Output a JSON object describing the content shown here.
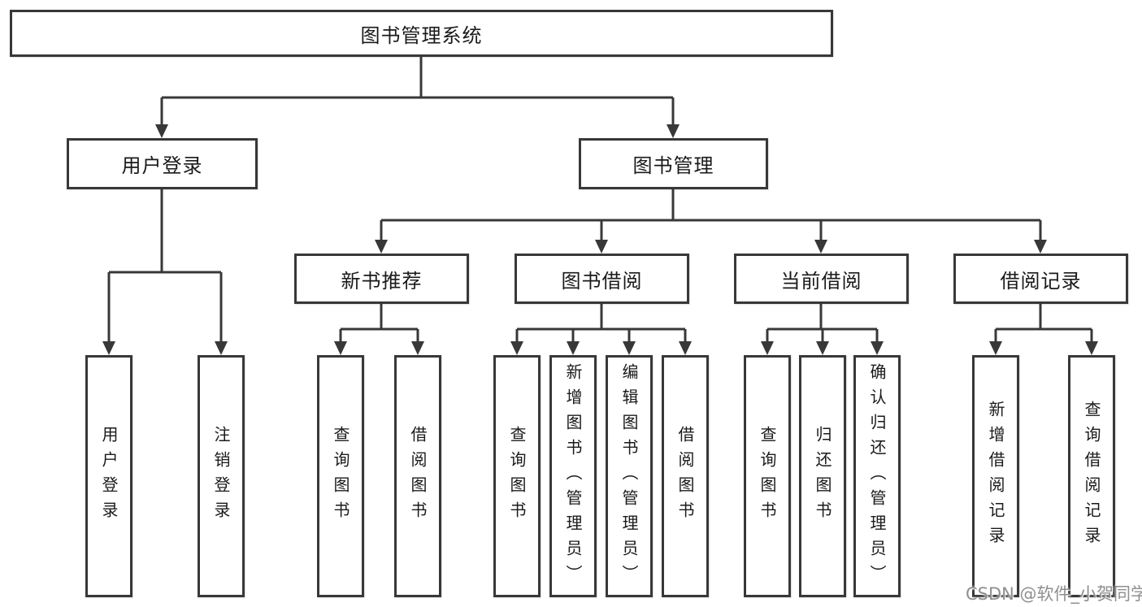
{
  "diagram": {
    "type": "hierarchy-org-chart",
    "tree": {
      "label": "图书管理系统",
      "children": [
        {
          "label": "用户登录",
          "children": [
            {
              "label": "用户登录"
            },
            {
              "label": "注销登录"
            }
          ]
        },
        {
          "label": "图书管理",
          "children": [
            {
              "label": "新书推荐",
              "children": [
                {
                  "label": "查询图书"
                },
                {
                  "label": "借阅图书"
                }
              ]
            },
            {
              "label": "图书借阅",
              "children": [
                {
                  "label": "查询图书"
                },
                {
                  "label": "新增图书（管理员）"
                },
                {
                  "label": "编辑图书（管理员）"
                },
                {
                  "label": "借阅图书"
                }
              ]
            },
            {
              "label": "当前借阅",
              "children": [
                {
                  "label": "查询图书"
                },
                {
                  "label": "归还图书"
                },
                {
                  "label": "确认归还（管理员）"
                }
              ]
            },
            {
              "label": "借阅记录",
              "children": [
                {
                  "label": "新增借阅记录"
                },
                {
                  "label": "查询借阅记录"
                }
              ]
            }
          ]
        }
      ]
    },
    "colors": {
      "line": "#383838",
      "box_border": "#383838",
      "text": "#1a1a1a",
      "watermark": "#8f8f8f",
      "background": "#ffffff"
    }
  },
  "watermark": "CSDN @软件_小贺同学"
}
